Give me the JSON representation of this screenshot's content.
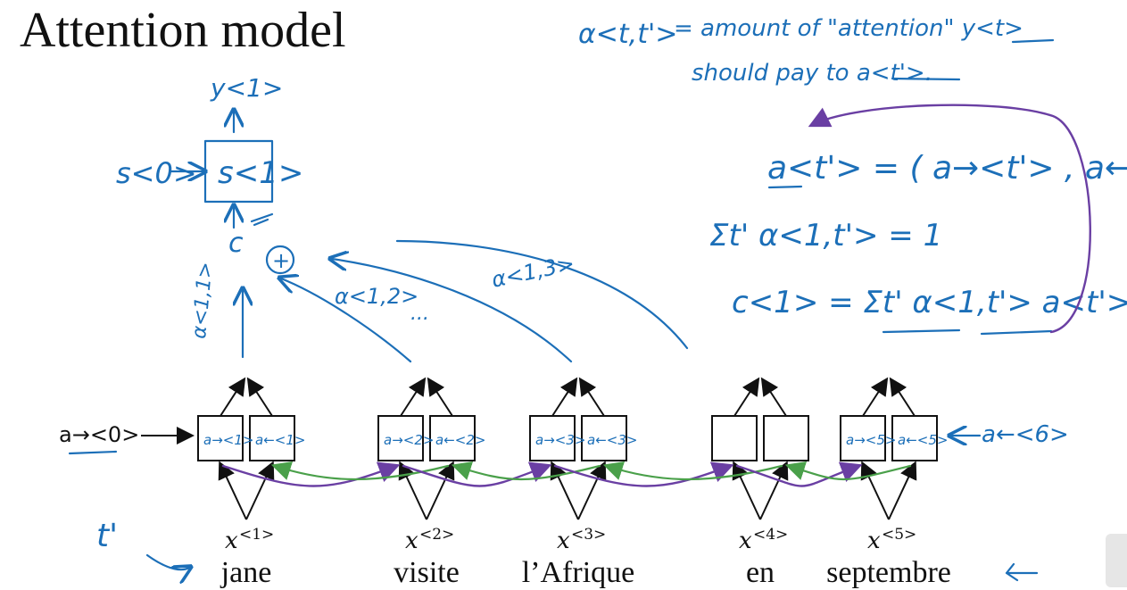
{
  "title": "Attention model",
  "annotations": {
    "alpha_def_lhs": "α<t,t'>",
    "alpha_def_line1": "= amount of \"attention\" y<t>",
    "alpha_def_line2": "should pay to a<t'>.",
    "concat_eq": "a<t'> = ( a→<t'> , a←<t'> )",
    "sum_eq": "Σt' α<1,t'> = 1",
    "context_eq": "c<1> = Σt' α<1,t'> a<t'>",
    "y1": "y<1>",
    "s0": "s<0>",
    "s1": "s<1>",
    "c": "c",
    "plus": "+",
    "alpha11": "α<1,1>",
    "alpha12": "α<1,2>",
    "alpha13": "α<1,3>",
    "dots": "...",
    "a0": "a→<0>",
    "a6": "a←<6>",
    "tprime": "t'"
  },
  "tokens": [
    {
      "x": "x",
      "sup": "<1>",
      "word": "jane",
      "fwd": "a→<1>",
      "bwd": "a←<1>"
    },
    {
      "x": "x",
      "sup": "<2>",
      "word": "visite",
      "fwd": "a→<2>",
      "bwd": "a←<2>"
    },
    {
      "x": "x",
      "sup": "<3>",
      "word": "l’Afrique",
      "fwd": "a→<3>",
      "bwd": "a←<3>"
    },
    {
      "x": "x",
      "sup": "<4>",
      "word": "en",
      "fwd": "",
      "bwd": ""
    },
    {
      "x": "x",
      "sup": "<5>",
      "word": "septembre",
      "fwd": "a→<5>",
      "bwd": "a←<5>"
    }
  ],
  "colors": {
    "ink": "#1c6fb8",
    "forward_link": "#6a3fa3",
    "backward_link": "#4aa04a",
    "text": "#111111"
  }
}
